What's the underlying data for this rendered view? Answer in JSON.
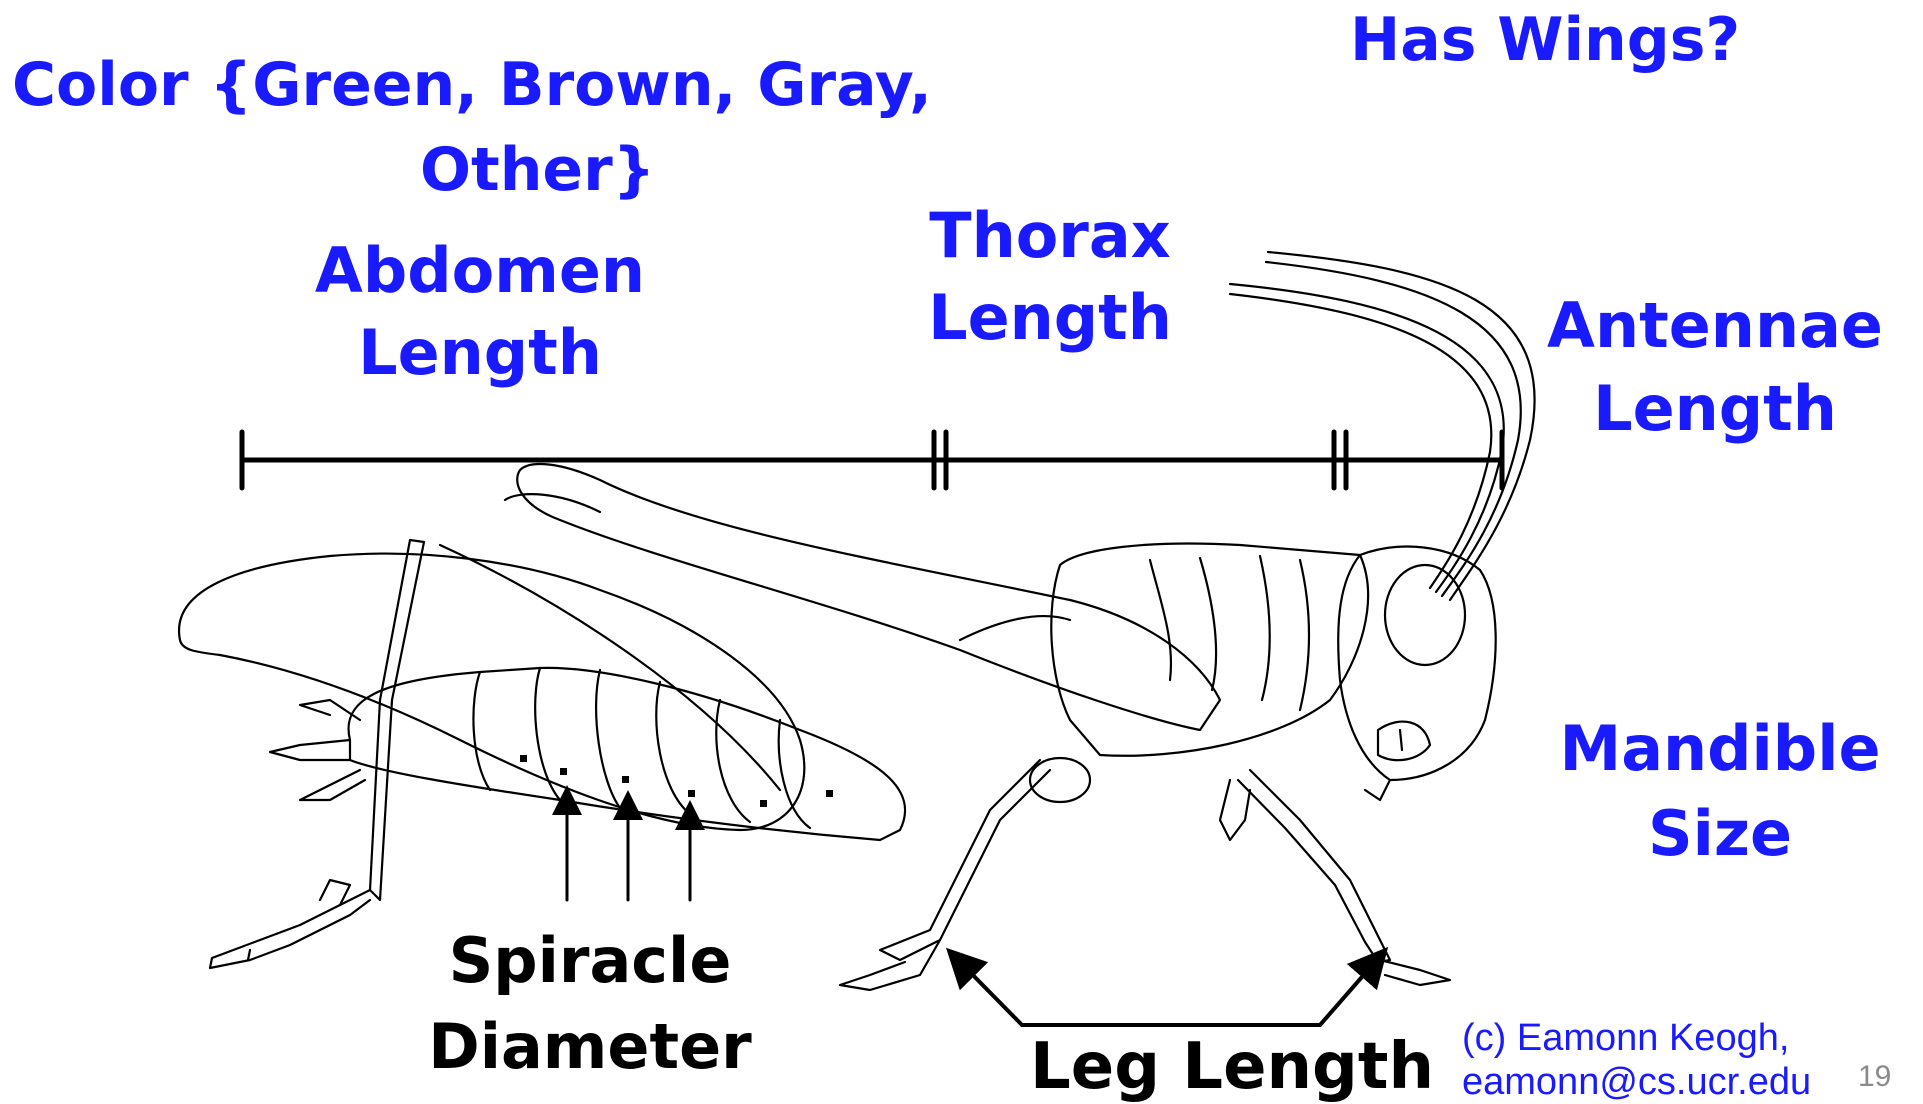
{
  "labels": {
    "has_wings": "Has Wings?",
    "color_line1": "Color {Green, Brown, Gray,",
    "color_line2": "Other}",
    "abdomen_line1": "Abdomen",
    "abdomen_line2": "Length",
    "thorax_line1": "Thorax",
    "thorax_line2": "Length",
    "antennae_line1": "Antennae",
    "antennae_line2": "Length",
    "mandible_line1": "Mandible",
    "mandible_line2": "Size",
    "spiracle_line1": "Spiracle",
    "spiracle_line2": "Diameter",
    "leg_length": "Leg Length"
  },
  "credit": {
    "line1": "(c) Eamonn Keogh,",
    "line2": "eamonn@cs.ucr.edu"
  },
  "page_number": "19",
  "colors": {
    "label_blue": "#1a1aff",
    "outline": "#000000",
    "page_number": "#8a8a8a"
  }
}
